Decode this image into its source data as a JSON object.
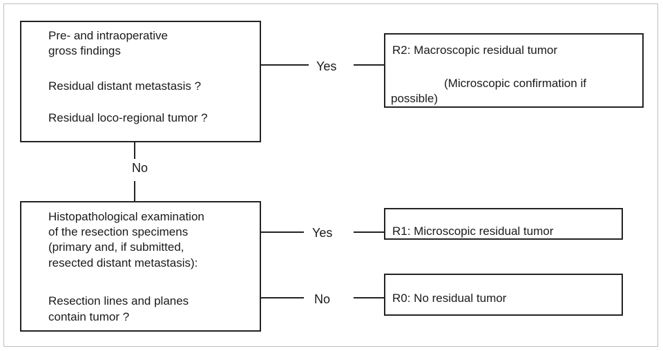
{
  "decision1": {
    "line1": "Pre- and intraoperative",
    "line2": "gross findings",
    "question1": "Residual distant metastasis ?",
    "question2": "Residual loco-regional tumor ?"
  },
  "decision2": {
    "line1": "Histopathological examination",
    "line2": "of the resection specimens",
    "line3": "(primary and, if submitted,",
    "line4": "resected distant metastasis):",
    "question1": "Resection lines and planes",
    "question2": "contain tumor ?"
  },
  "outcomes": {
    "r2": {
      "title": "R2: Macroscopic residual tumor",
      "note1": "(Microscopic confirmation if",
      "note2": "possible)"
    },
    "r1": {
      "title": "R1: Microscopic residual tumor"
    },
    "r0": {
      "title": "R0: No residual tumor"
    }
  },
  "edges": {
    "yes1": "Yes",
    "no1": "No",
    "yes2": "Yes",
    "no2": "No"
  }
}
